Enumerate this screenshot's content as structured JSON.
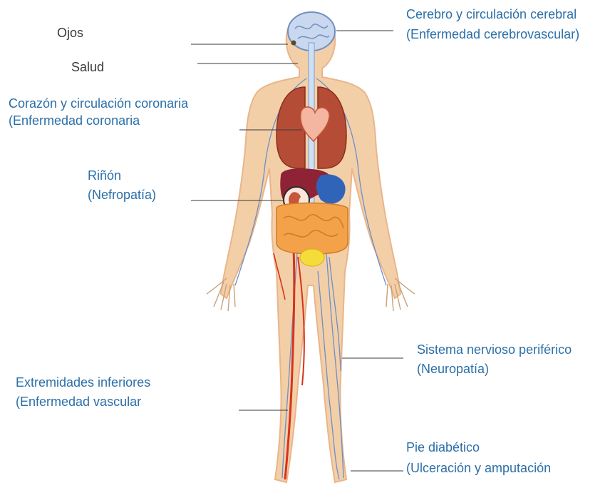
{
  "labels": {
    "ojos": "Ojos",
    "salud": "Salud",
    "cerebro_1": "Cerebro y circulación cerebral",
    "cerebro_2": "(Enfermedad cerebrovascular)",
    "corazon_1": "Corazón y circulación coronaria",
    "corazon_2": "(Enfermedad coronaria",
    "rinon_1": "Riñón",
    "rinon_2": "(Nefropatía)",
    "nervioso_1": "Sistema nervioso periférico",
    "nervioso_2": "(Neuropatía)",
    "extremidades_1": "Extremidades inferiores",
    "extremidades_2": "(Enfermedad vascular",
    "pie_1": "Pie diabético",
    "pie_2": "(Ulceración y amputación"
  },
  "colors": {
    "dark_text": "#3a3a3a",
    "blue_text": "#2a6fa8",
    "skin": "#f3cfa8",
    "nerve": "#6b8fc9",
    "artery": "#d9321b",
    "lung": "#b54c35",
    "intestine": "#f3a24a",
    "bladder": "#f5dc3a",
    "brain": "#c9d8ef",
    "liver": "#8e2336",
    "stomach": "#2f64b8"
  }
}
